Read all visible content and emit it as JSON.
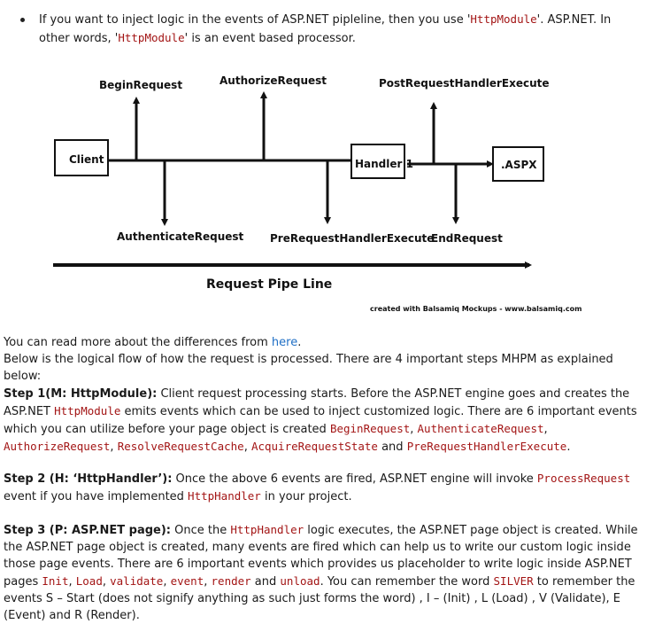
{
  "intro": {
    "part1": "If you want to inject logic in the events of ASP.NET pipleline, then you use '",
    "code1": "HttpModule",
    "part2": "'. ASP.NET. In other words, '",
    "code2": "HttpModule",
    "part3": "' is an event based processor."
  },
  "diagram": {
    "client": "Client",
    "handler": "Handler 1",
    "aspx": ".ASPX",
    "events_up": [
      "BeginRequest",
      "AuthorizeRequest",
      "PostRequestHandlerExecute"
    ],
    "events_down": [
      "AuthenticateRequest",
      "PreRequestHandlerExecute",
      "EndRequest"
    ],
    "pipeline_label": "Request Pipe Line",
    "credit": "created with Balsamiq Mockups - www.balsamiq.com"
  },
  "read_more": {
    "text": "You can read more about the differences from ",
    "link": "here",
    "end": "."
  },
  "flow_intro": "Below is the logical flow of how the request is processed. There are 4 important steps MHPM as explained below:",
  "step1": {
    "title": "Step 1(M: HttpModule):",
    "t1": " Client request processing starts. Before the ASP.NET engine goes and creates the ASP.NET ",
    "c1": "HttpModule",
    "t2": " emits events which can be used to inject customized logic. There are 6 important events which you can utilize before your page object is created ",
    "events": [
      "BeginRequest",
      "AuthenticateRequest",
      "AuthorizeRequest",
      "ResolveRequestCache",
      "AcquireRequestState",
      "PreRequestHandlerExecute"
    ],
    "sep": ", ",
    "and": " and ",
    "end": "."
  },
  "step2": {
    "title": "Step 2 (H: ‘HttpHandler’):",
    "t1": " Once the above 6 events are fired, ASP.NET engine will invoke ",
    "c1": "ProcessRequest",
    "t2": " event if you have implemented ",
    "c2": "HttpHandler",
    "t3": " in your project."
  },
  "step3": {
    "title": "Step 3 (P: ASP.NET page):",
    "t1": " Once the ",
    "c1": "HttpHandler",
    "t2": " logic executes, the ASP.NET page object is created. While the ASP.NET page object is created, many events are fired which can help us to write our custom logic inside those page events. There are 6 important events which provides us placeholder to write logic inside ASP.NET pages ",
    "events": [
      "Init",
      "Load",
      "validate",
      "event",
      "render"
    ],
    "and": " and ",
    "last": "unload",
    "t3": ". You can remember the word ",
    "c2": "SILVER",
    "t4": " to remember the events S – Start (does not signify anything as such just forms the word) , I – (Init) , L (Load) , V (Validate), E (Event) and R (Render)."
  }
}
